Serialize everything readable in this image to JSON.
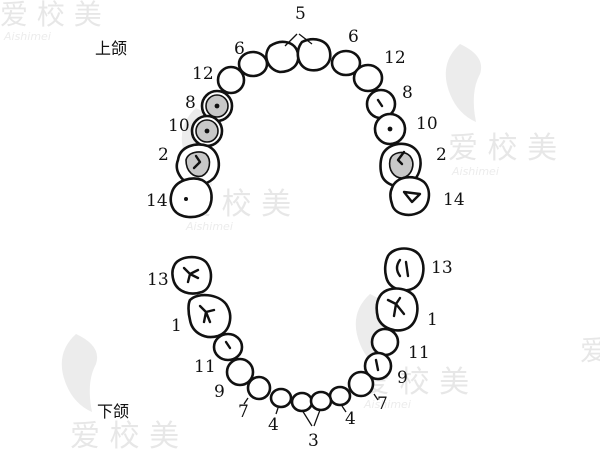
{
  "watermark": {
    "brand": "爱 校 美",
    "sub": "Aishimei"
  },
  "jaws": {
    "upper": "上颌",
    "lower": "下颌"
  },
  "upper_labels": {
    "top": "5",
    "left": [
      "6",
      "12",
      "8",
      "10",
      "2",
      "14"
    ],
    "right": [
      "6",
      "12",
      "8",
      "10",
      "2",
      "14"
    ]
  },
  "lower_labels": {
    "left": [
      "13",
      "1",
      "11",
      "9",
      "7",
      "4"
    ],
    "right": [
      "13",
      "1",
      "11",
      "9",
      "7",
      "4"
    ],
    "bottom": "3"
  }
}
